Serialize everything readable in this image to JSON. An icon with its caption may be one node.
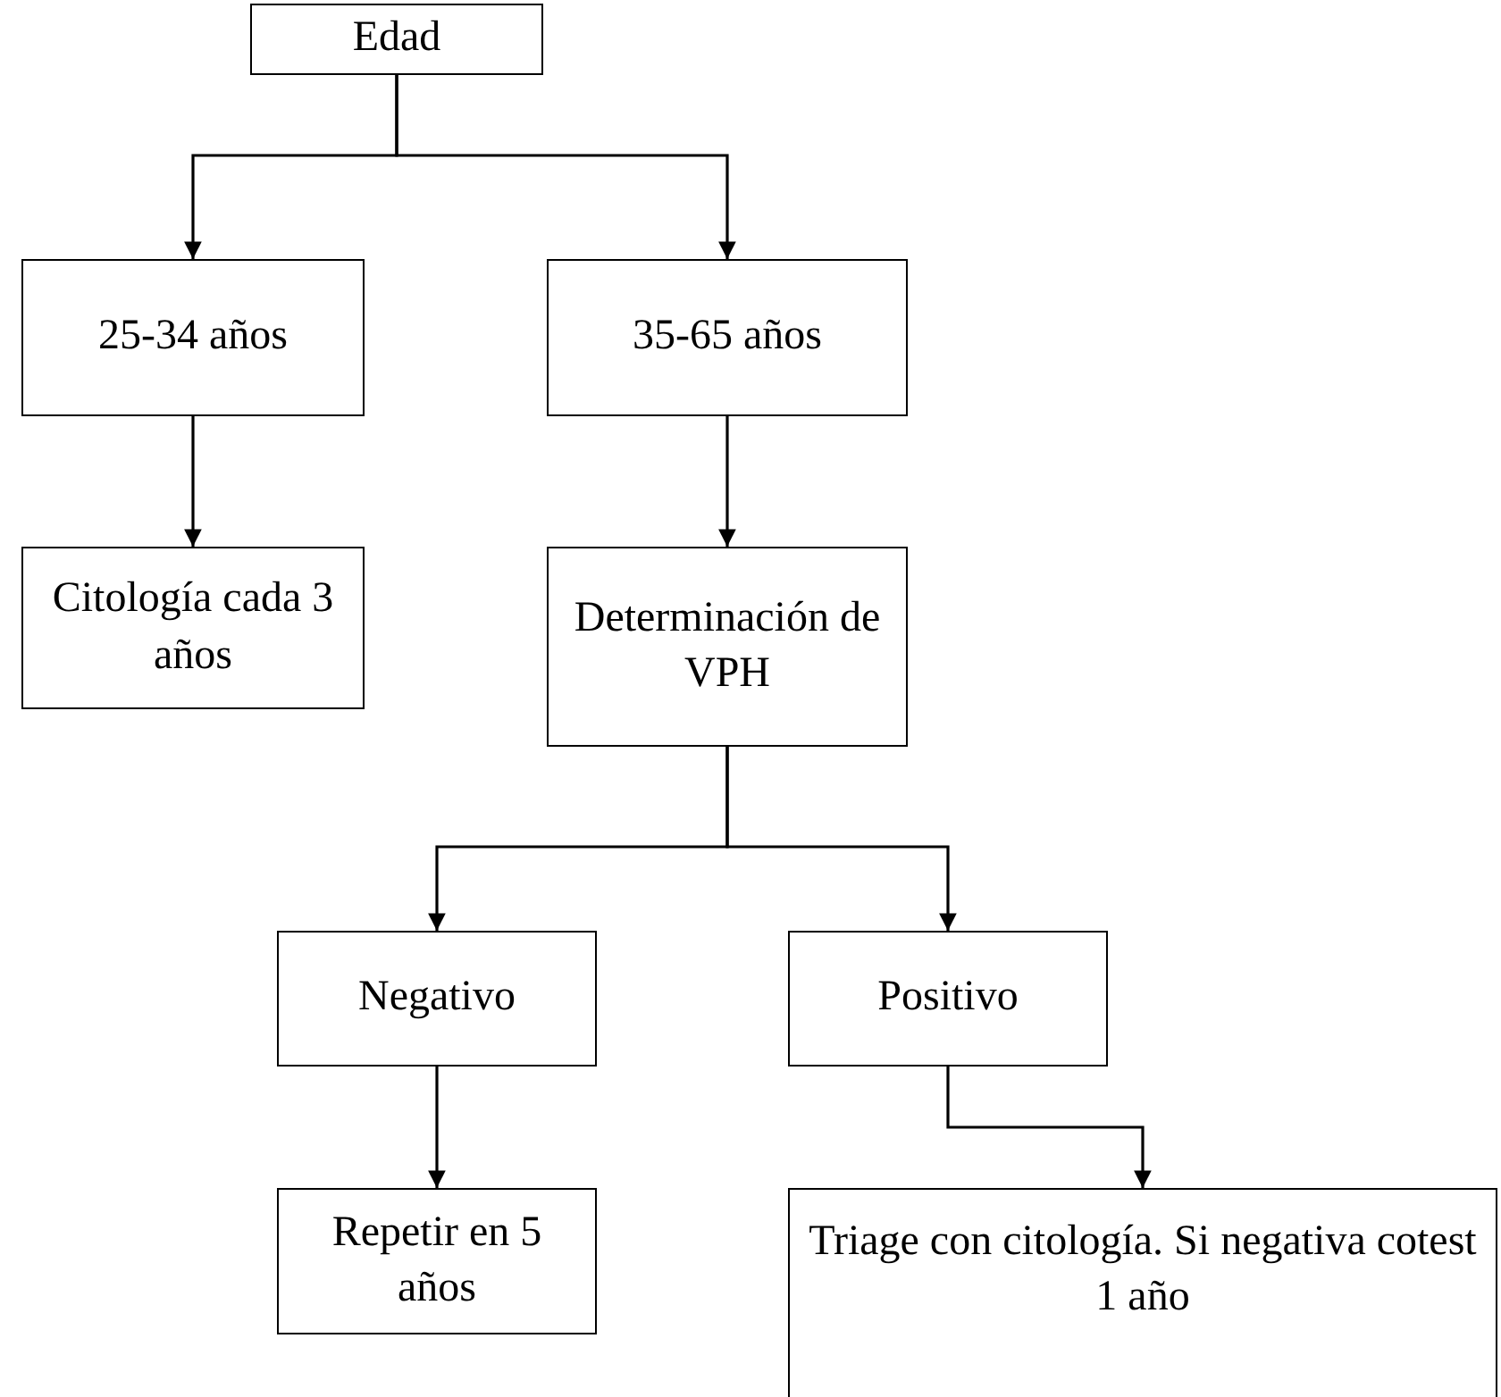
{
  "diagram": {
    "nodes": [
      {
        "text": [
          "Edad"
        ]
      },
      {
        "text": [
          "25-34 años"
        ]
      },
      {
        "text": [
          "35-65 años"
        ]
      },
      {
        "text": [
          "Citología cada 3 años"
        ]
      },
      {
        "text": [
          "Determinación de VPH"
        ]
      },
      {
        "text": [
          "Negativo"
        ]
      },
      {
        "text": [
          "Positivo"
        ]
      },
      {
        "text": [
          "Repetir en 5 años"
        ]
      },
      {
        "text": [
          "Triage con citología. Si negativa cotest 1 año"
        ]
      }
    ],
    "edges": [
      {
        "from": 0,
        "to": 1,
        "arrow": "to"
      },
      {
        "from": 0,
        "to": 2,
        "arrow": "to"
      },
      {
        "from": 1,
        "to": 3,
        "arrow": "to"
      },
      {
        "from": 2,
        "to": 4,
        "arrow": "to"
      },
      {
        "from": 4,
        "to": 5,
        "arrow": "to"
      },
      {
        "from": 4,
        "to": 6,
        "arrow": "to"
      },
      {
        "from": 5,
        "to": 7,
        "arrow": "to"
      },
      {
        "from": 6,
        "to": 8,
        "arrow": "to"
      }
    ]
  }
}
